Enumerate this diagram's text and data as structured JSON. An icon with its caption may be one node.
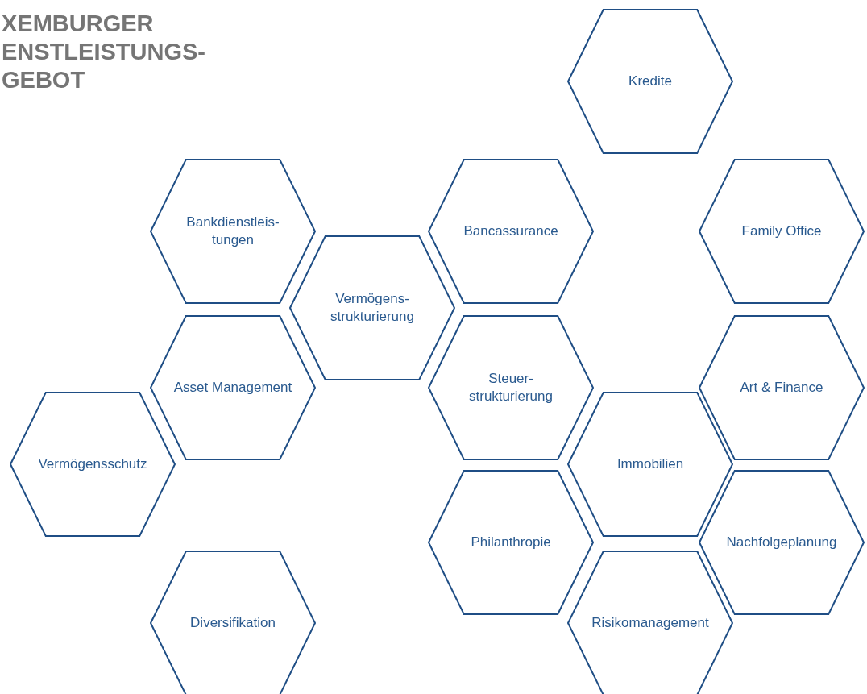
{
  "diagram": {
    "title": "XEMBURGER ENSTLEISTUNGS- GEBOT",
    "nodes": [
      {
        "text": [
          "Kredite"
        ]
      },
      {
        "text": [
          "Bankdienstleis- tungen"
        ]
      },
      {
        "text": [
          "Bancassurance"
        ]
      },
      {
        "text": [
          "Family Office"
        ]
      },
      {
        "text": [
          "Vermögens- strukturierung"
        ]
      },
      {
        "text": [
          "Asset Management"
        ]
      },
      {
        "text": [
          "Steuer- strukturierung"
        ]
      },
      {
        "text": [
          "Art & Finance"
        ]
      },
      {
        "text": [
          "Vermögensschutz"
        ]
      },
      {
        "text": [
          "Immobilien"
        ]
      },
      {
        "text": [
          "Philanthropie"
        ]
      },
      {
        "text": [
          "Nachfolgeplanung"
        ]
      },
      {
        "text": [
          "Diversifikation"
        ]
      },
      {
        "text": [
          "Risikomanagement"
        ]
      }
    ]
  }
}
